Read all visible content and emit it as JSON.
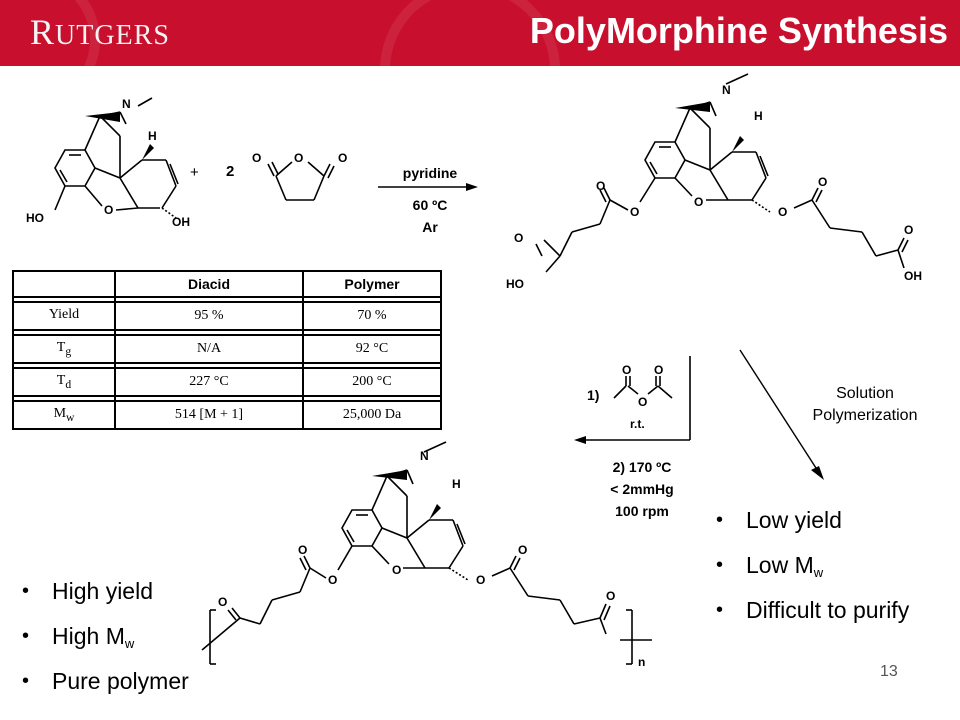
{
  "header": {
    "logo_cap": "R",
    "logo_rest": "UTGERS",
    "title": "PolyMorphine Synthesis"
  },
  "reactant": {
    "labels": [
      "N",
      "H",
      "O",
      "HO",
      "OH"
    ],
    "plus": "+",
    "coefficient": "2",
    "anhydride_labels": [
      "O",
      "O",
      "O"
    ]
  },
  "conditions_1": {
    "line1": "pyridine",
    "line2": "60 ºC",
    "line3": "Ar"
  },
  "diacid": {
    "labels": [
      "N",
      "H",
      "O",
      "O",
      "O",
      "O",
      "O",
      "O",
      "O",
      "HO",
      "OH"
    ]
  },
  "table": {
    "headers": [
      "",
      "Diacid",
      "Polymer"
    ],
    "rows": [
      {
        "prop": "Yield",
        "sub": "",
        "diacid": "95 %",
        "polymer": "70 %"
      },
      {
        "prop": "T",
        "sub": "g",
        "diacid": "N/A",
        "polymer": "92 °C"
      },
      {
        "prop": "T",
        "sub": "d",
        "diacid": "227 °C",
        "polymer": "200 °C"
      },
      {
        "prop": "M",
        "sub": "w",
        "diacid": "514 [M + 1]",
        "polymer": "25,000 Da"
      }
    ]
  },
  "conditions_2": {
    "step1": "1)",
    "step1_reagent_labels": [
      "O",
      "O",
      "O"
    ],
    "step1_temp": "r.t.",
    "step2_line1": "2) 170 ºC",
    "step2_line2": "< 2mmHg",
    "step2_line3": "100 rpm"
  },
  "solution": {
    "line1": "Solution",
    "line2": "Polymerization"
  },
  "solution_results": [
    {
      "text": "Low yield",
      "sub": ""
    },
    {
      "text": "Low M",
      "sub": "w"
    },
    {
      "text": "Difficult to purify",
      "sub": ""
    }
  ],
  "polymer": {
    "labels": [
      "N",
      "H",
      "O",
      "O",
      "O",
      "O",
      "O",
      "O",
      "O",
      "n"
    ]
  },
  "melt_results": [
    {
      "text": "High yield",
      "sub": ""
    },
    {
      "text": "High M",
      "sub": "w"
    },
    {
      "text": "Pure polymer",
      "sub": ""
    }
  ],
  "page_number": "13",
  "colors": {
    "header": "#c8102e",
    "text": "#000000"
  }
}
